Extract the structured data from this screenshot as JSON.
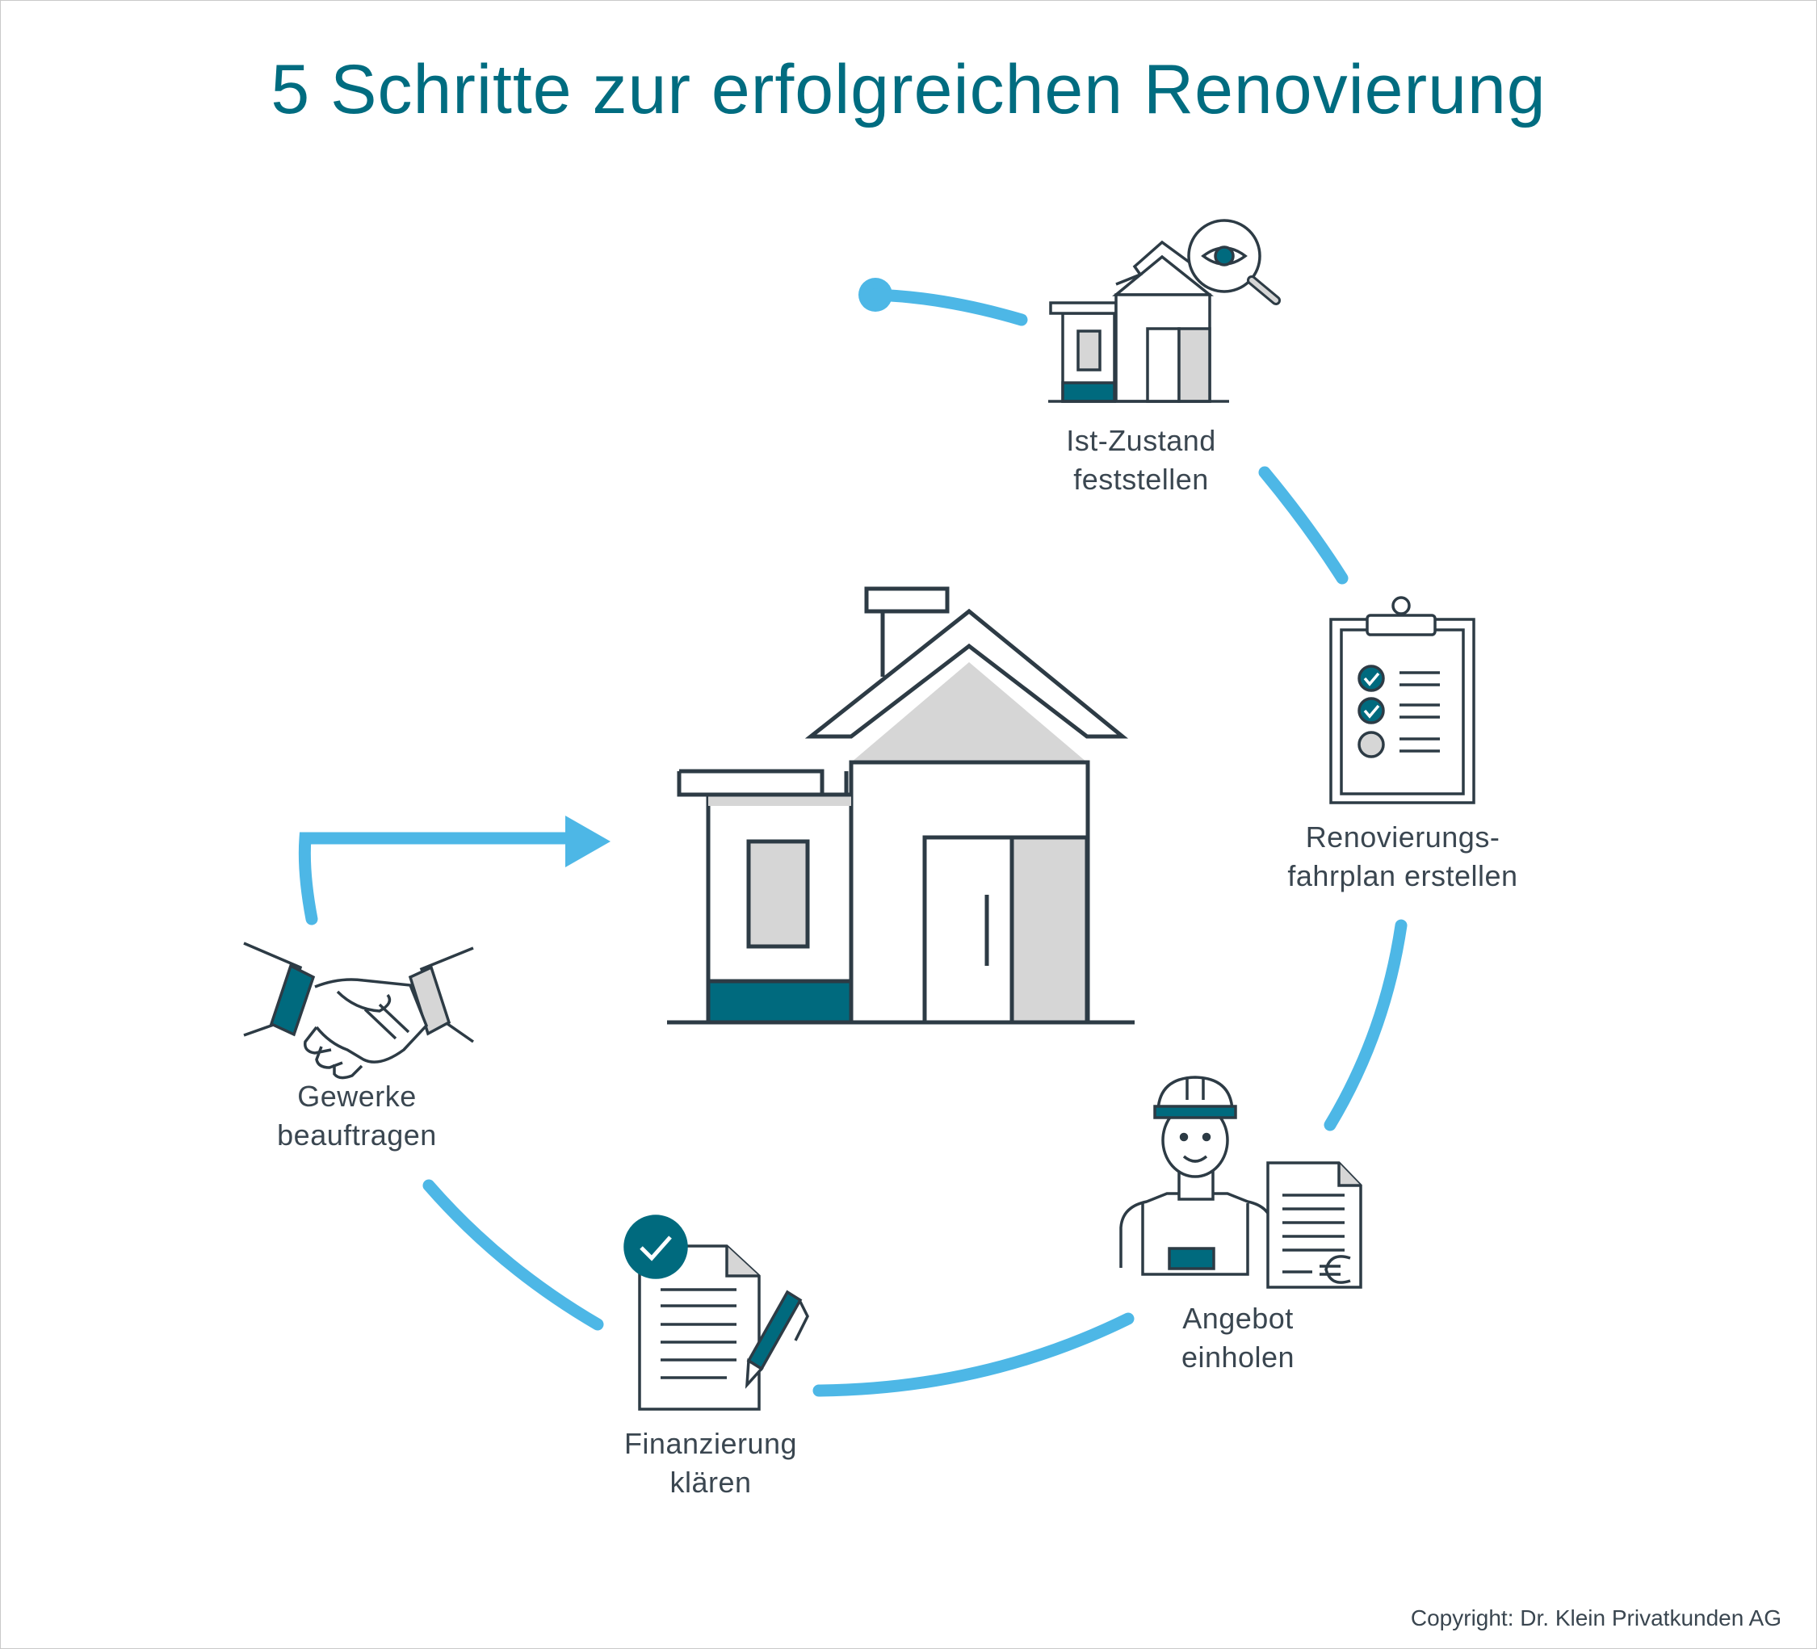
{
  "title": "5 Schritte zur erfolgreichen Renovierung",
  "steps": [
    {
      "line1": "Ist-Zustand",
      "line2": "feststellen",
      "icon": "house-inspection-icon"
    },
    {
      "line1": "Renovierungs-",
      "line2": "fahrplan erstellen",
      "icon": "clipboard-checklist-icon"
    },
    {
      "line1": "Angebot",
      "line2": "einholen",
      "icon": "craftsman-with-invoice-icon"
    },
    {
      "line1": "Finanzierung",
      "line2": "klären",
      "icon": "signed-document-icon"
    },
    {
      "line1": "Gewerke",
      "line2": "beauftragen",
      "icon": "handshake-icon"
    }
  ],
  "center_icon": "renovated-house-icon",
  "copyright": "Copyright: Dr. Klein Privatkunden AG",
  "colors": {
    "title": "#006c80",
    "text": "#3a4650",
    "outline": "#2d3b45",
    "accent_dark": "#006a7e",
    "cycle_blue": "#4db7e6",
    "fill_gray": "#d6d6d6",
    "border": "#c9c9c9"
  }
}
